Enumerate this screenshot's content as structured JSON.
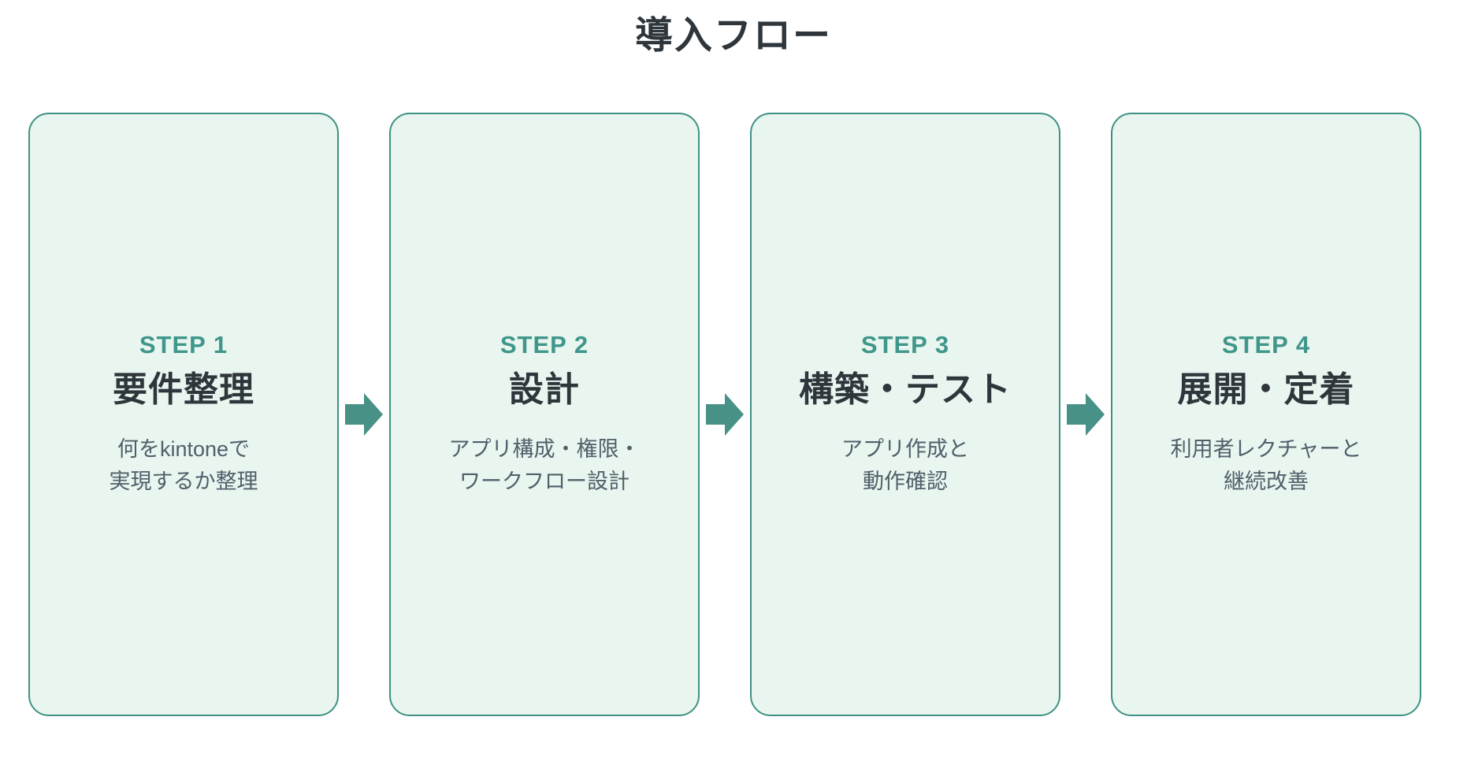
{
  "title": "導入フロー",
  "steps": [
    {
      "label": "STEP 1",
      "title": "要件整理",
      "desc1": "何をkintoneで",
      "desc2": "実現するか整理"
    },
    {
      "label": "STEP 2",
      "title": "設計",
      "desc1": "アプリ構成・権限・",
      "desc2": "ワークフロー設計"
    },
    {
      "label": "STEP 3",
      "title": "構築・テスト",
      "desc1": "アプリ作成と",
      "desc2": "動作確認"
    },
    {
      "label": "STEP 4",
      "title": "展開・定着",
      "desc1": "利用者レクチャーと",
      "desc2": "継続改善"
    }
  ],
  "icons": {
    "between_steps": "right-block-arrow-icon"
  },
  "colors": {
    "page_bg": "#ffffff",
    "title_text": "#2e363c",
    "card_bg": "#e9f5ef",
    "card_border": "#3e9184",
    "step_label": "#3f968a",
    "step_title": "#2e363c",
    "description_text": "#50606a",
    "arrow": "#479186"
  }
}
